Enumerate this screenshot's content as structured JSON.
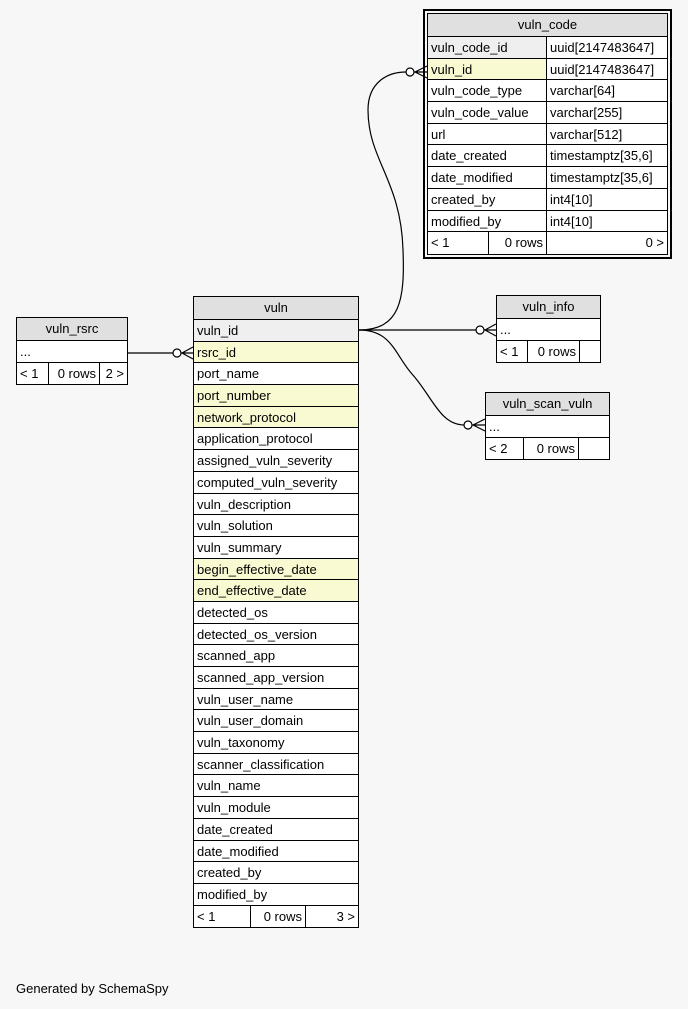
{
  "tables": {
    "vuln_code": {
      "name": "vuln_code",
      "columns": [
        {
          "name": "vuln_code_id",
          "type": "uuid[2147483647]",
          "kind": "pk"
        },
        {
          "name": "vuln_id",
          "type": "uuid[2147483647]",
          "kind": "fk"
        },
        {
          "name": "vuln_code_type",
          "type": "varchar[64]",
          "kind": ""
        },
        {
          "name": "vuln_code_value",
          "type": "varchar[255]",
          "kind": ""
        },
        {
          "name": "url",
          "type": "varchar[512]",
          "kind": ""
        },
        {
          "name": "date_created",
          "type": "timestamptz[35,6]",
          "kind": ""
        },
        {
          "name": "date_modified",
          "type": "timestamptz[35,6]",
          "kind": ""
        },
        {
          "name": "created_by",
          "type": "int4[10]",
          "kind": ""
        },
        {
          "name": "modified_by",
          "type": "int4[10]",
          "kind": ""
        }
      ],
      "footer": {
        "parents": "< 1",
        "rows": "0 rows",
        "children": "0 >"
      }
    },
    "vuln_rsrc": {
      "name": "vuln_rsrc",
      "columns": [
        {
          "name": "...",
          "kind": ""
        }
      ],
      "footer": {
        "parents": "< 1",
        "rows": "0 rows",
        "children": "2 >"
      }
    },
    "vuln": {
      "name": "vuln",
      "columns": [
        {
          "name": "vuln_id",
          "kind": "pk"
        },
        {
          "name": "rsrc_id",
          "kind": "fk"
        },
        {
          "name": "port_name",
          "kind": ""
        },
        {
          "name": "port_number",
          "kind": "fk"
        },
        {
          "name": "network_protocol",
          "kind": "fk"
        },
        {
          "name": "application_protocol",
          "kind": ""
        },
        {
          "name": "assigned_vuln_severity",
          "kind": ""
        },
        {
          "name": "computed_vuln_severity",
          "kind": ""
        },
        {
          "name": "vuln_description",
          "kind": ""
        },
        {
          "name": "vuln_solution",
          "kind": ""
        },
        {
          "name": "vuln_summary",
          "kind": ""
        },
        {
          "name": "begin_effective_date",
          "kind": "fk"
        },
        {
          "name": "end_effective_date",
          "kind": "fk"
        },
        {
          "name": "detected_os",
          "kind": ""
        },
        {
          "name": "detected_os_version",
          "kind": ""
        },
        {
          "name": "scanned_app",
          "kind": ""
        },
        {
          "name": "scanned_app_version",
          "kind": ""
        },
        {
          "name": "vuln_user_name",
          "kind": ""
        },
        {
          "name": "vuln_user_domain",
          "kind": ""
        },
        {
          "name": "vuln_taxonomy",
          "kind": ""
        },
        {
          "name": "scanner_classification",
          "kind": ""
        },
        {
          "name": "vuln_name",
          "kind": ""
        },
        {
          "name": "vuln_module",
          "kind": ""
        },
        {
          "name": "date_created",
          "kind": ""
        },
        {
          "name": "date_modified",
          "kind": ""
        },
        {
          "name": "created_by",
          "kind": ""
        },
        {
          "name": "modified_by",
          "kind": ""
        }
      ],
      "footer": {
        "parents": "< 1",
        "rows": "0 rows",
        "children": "3 >"
      }
    },
    "vuln_info": {
      "name": "vuln_info",
      "columns": [
        {
          "name": "...",
          "kind": ""
        }
      ],
      "footer": {
        "parents": "< 1",
        "rows": "0 rows",
        "children": ""
      }
    },
    "vuln_scan_vuln": {
      "name": "vuln_scan_vuln",
      "columns": [
        {
          "name": "...",
          "kind": ""
        }
      ],
      "footer": {
        "parents": "< 2",
        "rows": "0 rows",
        "children": ""
      }
    }
  },
  "generated_by": "Generated by SchemaSpy",
  "colors": {
    "background": "#f7f7f7",
    "header": "#e0e0e0",
    "primary_key": "#efefef",
    "foreign_key": "#fafad2"
  }
}
